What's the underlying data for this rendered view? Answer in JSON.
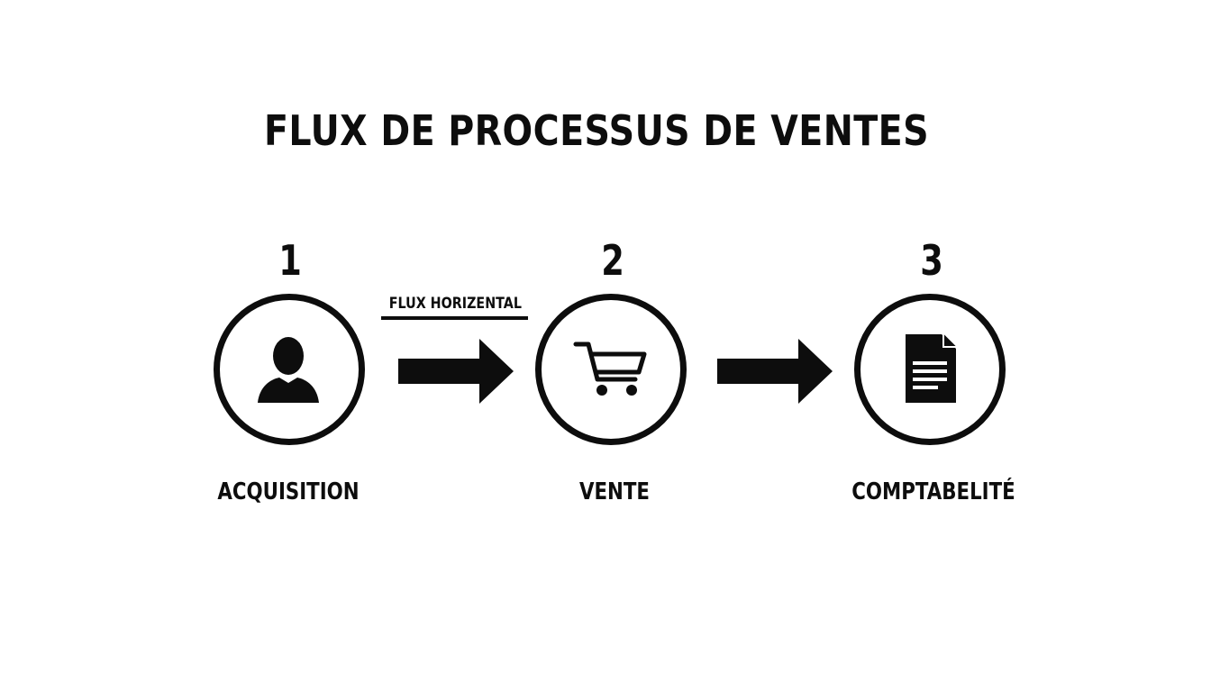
{
  "diagram": {
    "title": "FLUX DE PROCESSUS DE VENTES",
    "flow_label": "FLUX HORIZENTAL",
    "steps": [
      {
        "number": "1",
        "label": "ACQUISITION",
        "icon": "user-icon"
      },
      {
        "number": "2",
        "label": "VENTE",
        "icon": "shopping-cart-icon"
      },
      {
        "number": "3",
        "label": "COMPTABELITÉ",
        "icon": "document-icon"
      }
    ]
  }
}
